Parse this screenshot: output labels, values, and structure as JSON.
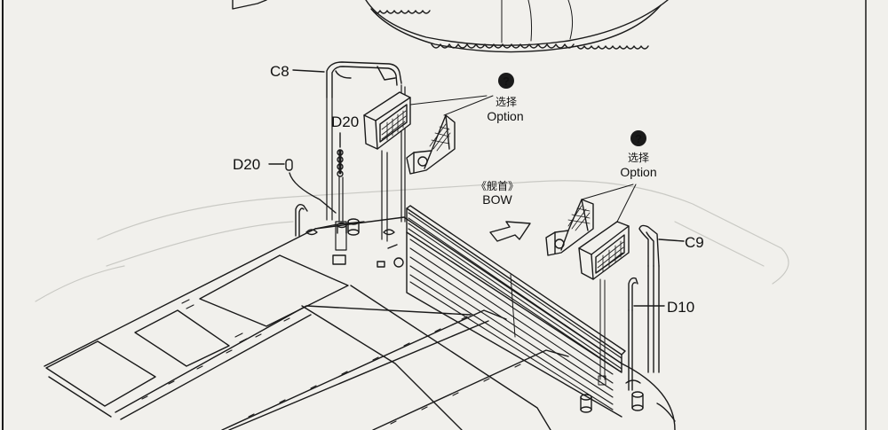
{
  "labels": {
    "c8": "C8",
    "c9": "C9",
    "d20_upper": "D20",
    "d20_left": "D20",
    "d10": "D10"
  },
  "option_upper": {
    "symbol": "?",
    "cn": "选择",
    "en": "Option"
  },
  "option_right": {
    "symbol": "?",
    "cn": "选择",
    "en": "Option"
  },
  "bow": {
    "cn": "《舰首》",
    "en": "BOW"
  },
  "colors": {
    "ink": "#1a1a1a",
    "paper": "#f1f0ec",
    "ghost": "#c9c9c4"
  }
}
